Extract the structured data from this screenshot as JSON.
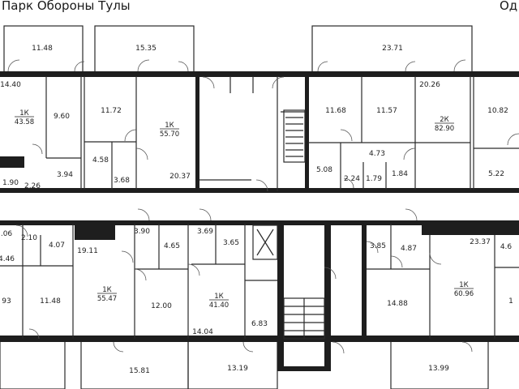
{
  "header": {
    "left_title": "Парк Обороны Тулы",
    "right_title": "Од"
  },
  "rooms": [
    {
      "text": "11.48"
    },
    {
      "text": "15.35"
    },
    {
      "text": "23.71"
    },
    {
      "text": "14.40"
    },
    {
      "text": "20.26"
    },
    {
      "text": "9.60"
    },
    {
      "text": "11.72"
    },
    {
      "text": "11.68"
    },
    {
      "text": "11.57"
    },
    {
      "text": "10.82"
    },
    {
      "text": "4.58"
    },
    {
      "text": "3.68"
    },
    {
      "text": "20.37"
    },
    {
      "text": "5.08"
    },
    {
      "text": "4.73"
    },
    {
      "text": "1.84"
    },
    {
      "text": "2.24"
    },
    {
      "text": "1.79"
    },
    {
      "text": "5.22"
    },
    {
      "text": "1.90"
    },
    {
      "text": "2.26"
    },
    {
      "text": "3.94"
    },
    {
      "text": ".06"
    },
    {
      "text": "2.10"
    },
    {
      "text": "4.46"
    },
    {
      "text": "4.07"
    },
    {
      "text": "19.11"
    },
    {
      "text": "3.90"
    },
    {
      "text": "4.65"
    },
    {
      "text": "3.69"
    },
    {
      "text": "3.65"
    },
    {
      "text": "3.85"
    },
    {
      "text": "4.87"
    },
    {
      "text": "23.37"
    },
    {
      "text": "4.6"
    },
    {
      "text": "93"
    },
    {
      "text": "11.48"
    },
    {
      "text": "12.00"
    },
    {
      "text": "14.88"
    },
    {
      "text": "1"
    },
    {
      "text": "14.04"
    },
    {
      "text": "6.83"
    },
    {
      "text": "15.81"
    },
    {
      "text": "13.19"
    },
    {
      "text": "13.99"
    }
  ],
  "apartments": [
    {
      "type": "1К",
      "area": "43.58"
    },
    {
      "type": "1К",
      "area": "55.70"
    },
    {
      "type": "2К",
      "area": "82.90"
    },
    {
      "type": "1К",
      "area": "55.47"
    },
    {
      "type": "1К",
      "area": "41.40"
    },
    {
      "type": "1К",
      "area": "60.96"
    }
  ]
}
